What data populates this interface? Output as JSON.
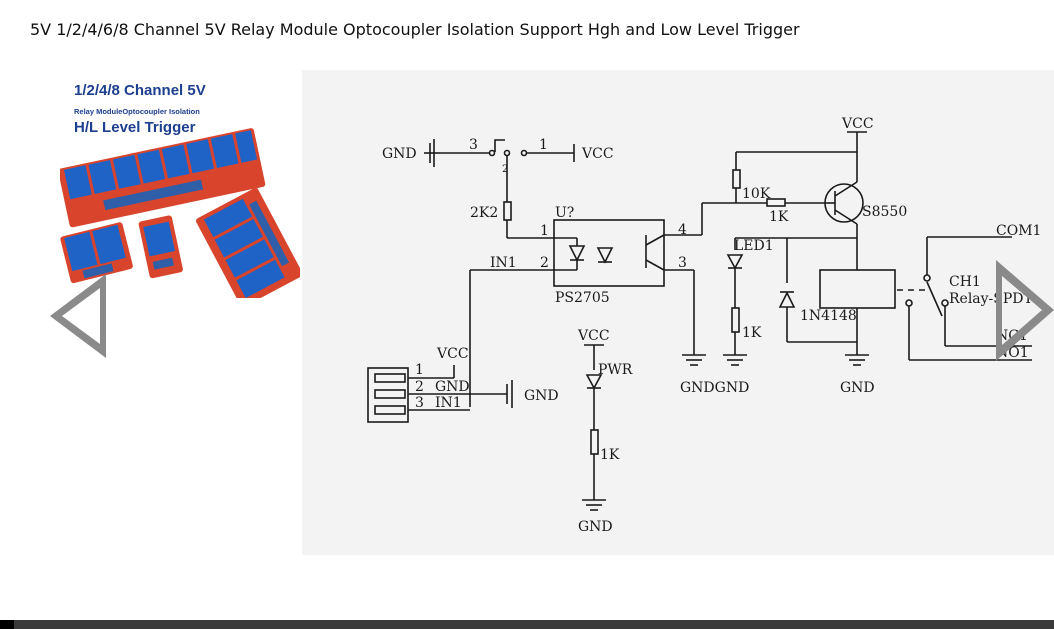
{
  "page": {
    "title": "5V 1/2/4/6/8 Channel 5V Relay Module Optocoupler Isolation Support Hgh and Low Level Trigger"
  },
  "thumbnail": {
    "line1": "1/2/4/8 Channel 5V",
    "line2": "Relay ModuleOptocoupler Isolation",
    "line3": "H/L Level Trigger"
  },
  "schematic": {
    "labels": {
      "gnd_top": "GND",
      "pin3": "3",
      "pin1": "1",
      "pin2": "2",
      "vcc_top": "VCC",
      "r2k2": "2K2",
      "u": "U?",
      "opto_pin1": "1",
      "opto_pin2": "2",
      "opto_pin3": "3",
      "opto_pin4": "4",
      "in1_a": "IN1",
      "ps2705": "PS2705",
      "vcc_right": "VCC",
      "r10k": "10K",
      "r1k_base": "1K",
      "s8550": "S8550",
      "led1": "LED1",
      "r1k_led": "1K",
      "diode": "1N4148",
      "com1": "COM1",
      "ch1": "CH1",
      "relay_spdt": "Relay-SPDT",
      "nc1": "NC1",
      "no1": "NO1",
      "gndgnd": "GNDGND",
      "gnd_relay": "GND",
      "vcc_pwr": "VCC",
      "pwr": "PWR",
      "r1k_pwr": "1K",
      "gnd_bottom": "GND",
      "conn_vcc": "VCC",
      "conn_1": "1",
      "conn_2": "2",
      "conn_gnd": "GND",
      "conn_3": "3",
      "conn_in1": "IN1",
      "gnd_conn": "GND"
    }
  },
  "navigation": {
    "prev_icon": "chevron-left-outline-icon",
    "next_icon": "chevron-right-outline-icon"
  },
  "colors": {
    "thumb_title": "#1d3f8f",
    "relay_blue": "#1f63c6",
    "pcb_red": "#d9442c",
    "arrow_gray": "#8a8a8a"
  }
}
